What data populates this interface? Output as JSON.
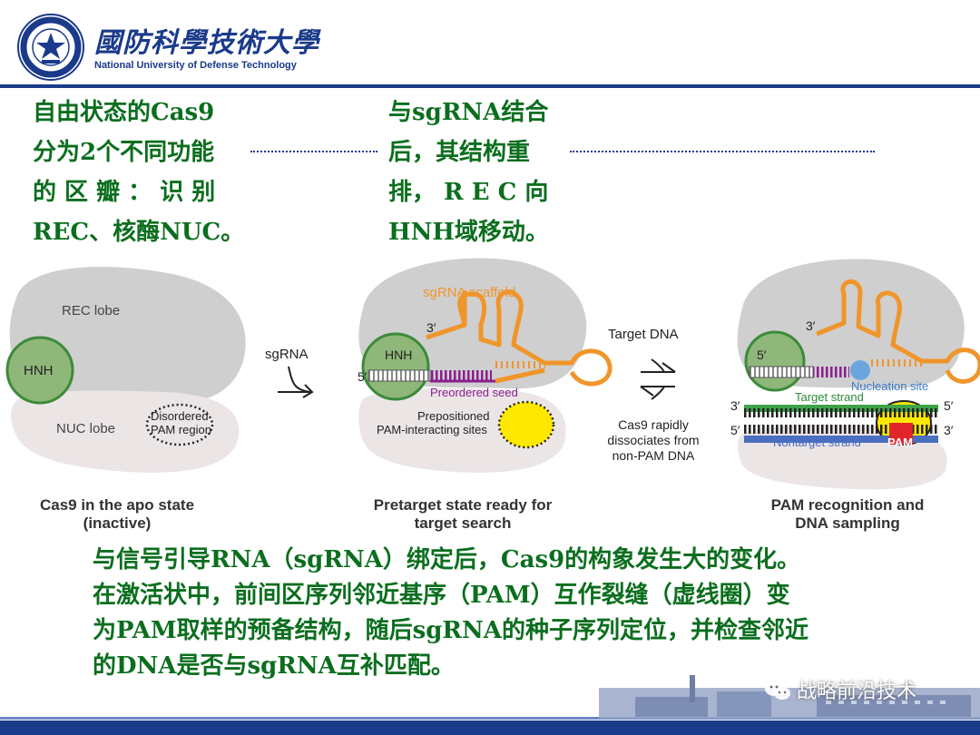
{
  "header": {
    "university_cn": "國防科學技術大學",
    "university_en": "National University of Defense Technology"
  },
  "notes": {
    "left": [
      "自由状态的Cas9",
      "分为2个不同功能",
      "的 区 瓣 ： 识 别",
      "REC、核酶NUC。"
    ],
    "middle": [
      "与sgRNA结合",
      "后，其结构重",
      "排， R E C 向",
      "HNH域移动。"
    ]
  },
  "diagram": {
    "panel1": {
      "rec_lobe": "REC lobe",
      "hnh": "HNH",
      "nuc_lobe": "NUC lobe",
      "disordered_pam": [
        "Disordered",
        "PAM region"
      ],
      "caption": [
        "Cas9 in the apo state",
        "(inactive)"
      ]
    },
    "arrow1": {
      "label": "sgRNA"
    },
    "panel2": {
      "sgrna_scaffold": "sgRNA scaffold",
      "three_prime": "3′",
      "five_prime": "5′",
      "hnh": "HNH",
      "preordered_seed": "Preordered seed",
      "prepositioned": [
        "Prepositioned",
        "PAM-interacting sites"
      ],
      "caption": [
        "Pretarget state ready for",
        "target search"
      ]
    },
    "arrow2": {
      "label": "Target DNA",
      "dissociate": [
        "Cas9 rapidly",
        "dissociates from",
        "non-PAM DNA"
      ]
    },
    "panel3": {
      "three_prime_top": "3′",
      "five_prime_top": "5′",
      "nucleation_site": "Nucleation site",
      "target_strand": "Target strand",
      "nontarget_strand": "Nontarget strand",
      "pam": "PAM",
      "left_3": "3′",
      "left_5": "5′",
      "right_5": "5′",
      "right_3": "3′",
      "caption": [
        "PAM recognition and",
        "DNA sampling"
      ]
    }
  },
  "caption": [
    "与信号引导RNA（sgRNA）绑定后，Cas9的构象发生大的变化。",
    "在激活状中，前间区序列邻近基序（PAM）互作裂缝（虚线圈）变",
    "为PAM取样的预备结构，随后sgRNA的种子序列定位，并检查邻近",
    "的DNA是否与sgRNA互补匹配。"
  ],
  "watermark": "战略前沿技术",
  "colors": {
    "header_blue": "#1a3a8a",
    "text_green": "#0b6e1e",
    "orange": "#f0952a",
    "purple": "#8a1f8f",
    "hnh_green": "#8fb77a",
    "pam_red": "#e0262b",
    "yellow": "#ffe800",
    "blue_strand": "#4a6fbf",
    "green_strand": "#3da24a"
  }
}
